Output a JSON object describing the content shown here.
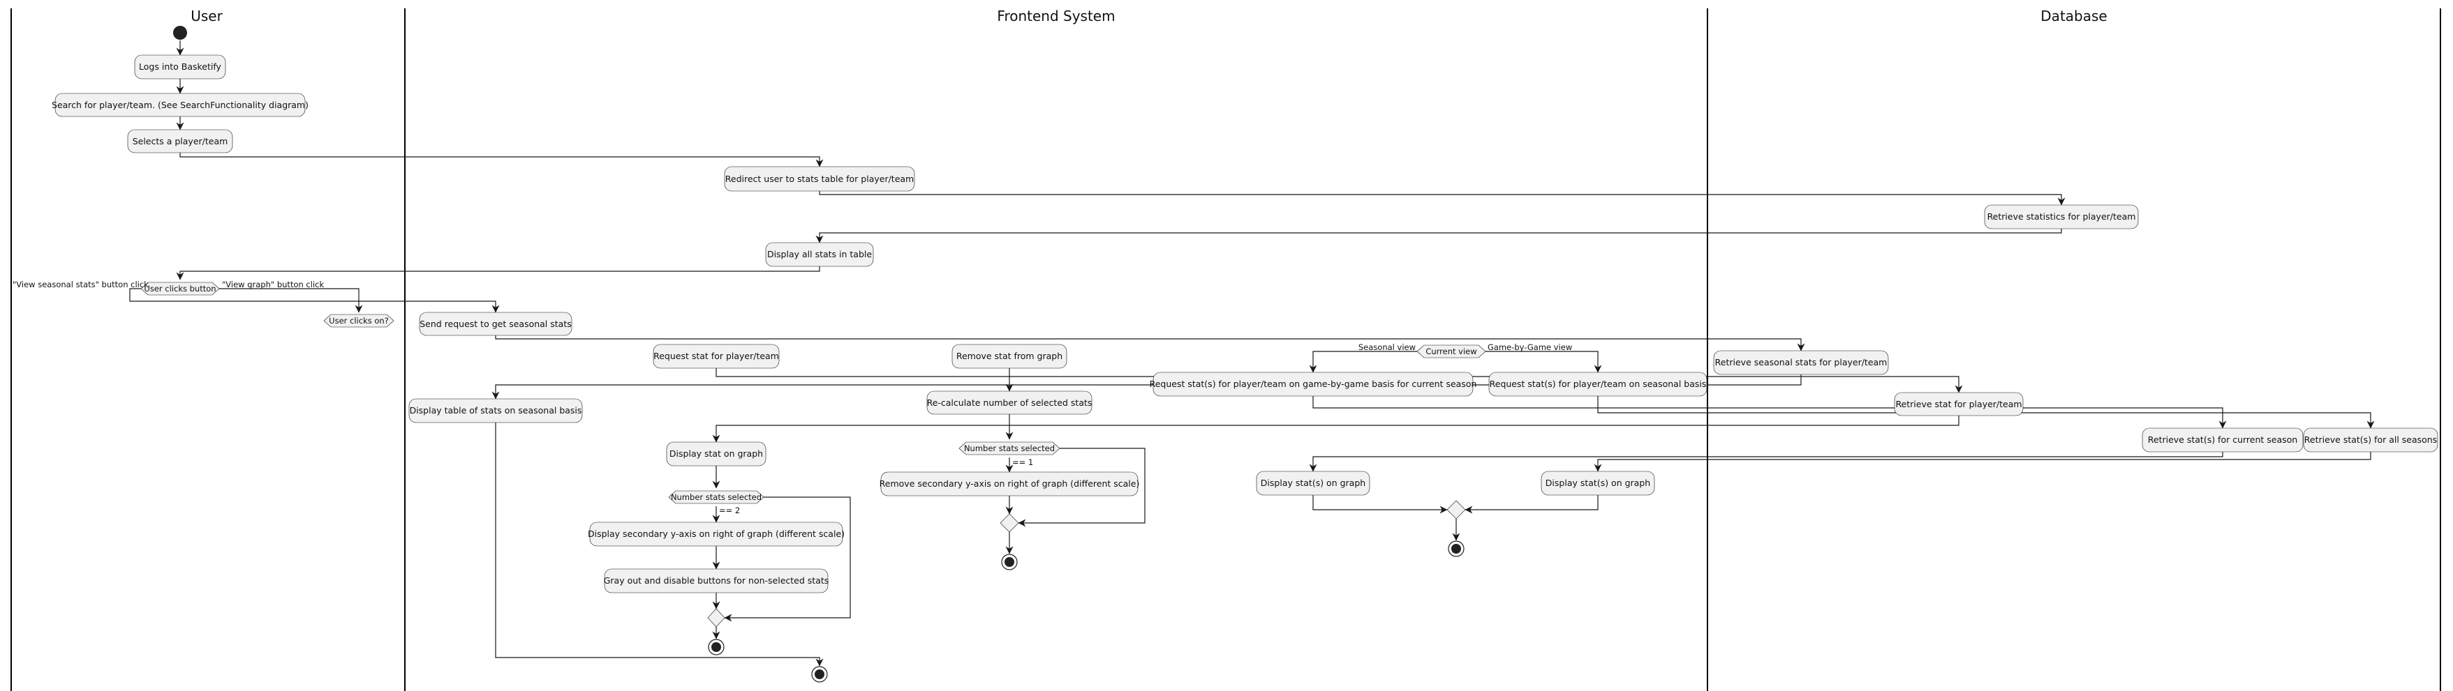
{
  "lanes": {
    "user": "User",
    "frontend": "Frontend System",
    "database": "Database"
  },
  "actions": {
    "logs_in": "Logs into Basketify",
    "search": "Search for player/team. (See SearchFunctionality diagram)",
    "select_player": "Selects a player/team",
    "redirect": "Redirect user to stats table for player/team",
    "retrieve_stats": "Retrieve statistics for player/team",
    "display_all": "Display all stats in table",
    "send_request_seasonal": "Send request to get seasonal stats",
    "request_stat": "Request stat for player/team",
    "remove_stat": "Remove stat from graph",
    "request_game_by_game": "Request stat(s) for player/team on game-by-game basis for current season",
    "request_seasonal_basis": "Request stat(s) for player/team on seasonal basis",
    "retrieve_seasonal": "Retrieve seasonal stats for player/team",
    "display_table_seasonal": "Display table of stats on seasonal basis",
    "recalculate": "Re-calculate number of selected stats",
    "retrieve_stat": "Retrieve stat for player/team",
    "display_stat_graph": "Display stat on graph",
    "retrieve_current": "Retrieve stat(s) for current season",
    "retrieve_all": "Retrieve stat(s) for all seasons",
    "remove_secondary": "Remove secondary y-axis on right of graph (different scale)",
    "display_stats_graph_1": "Display stat(s) on graph",
    "display_stats_graph_2": "Display stat(s) on graph",
    "display_secondary": "Display secondary y-axis on right of graph (different scale)",
    "gray_out": "Gray out and disable buttons for non-selected stats"
  },
  "decisions": {
    "user_clicks_button": "User clicks button",
    "user_clicks_on": "User clicks on?",
    "current_view": "Current view",
    "num_stats_selected_1": "Number stats selected",
    "num_stats_selected_2": "Number stats selected"
  },
  "guards": {
    "view_seasonal": "\"View seasonal stats\" button click",
    "view_graph": "\"View graph\" button click",
    "seasonal_view": "Seasonal view",
    "game_by_game_view": "Game-by-Game view",
    "eq_1": "== 1",
    "eq_2": "== 2"
  }
}
